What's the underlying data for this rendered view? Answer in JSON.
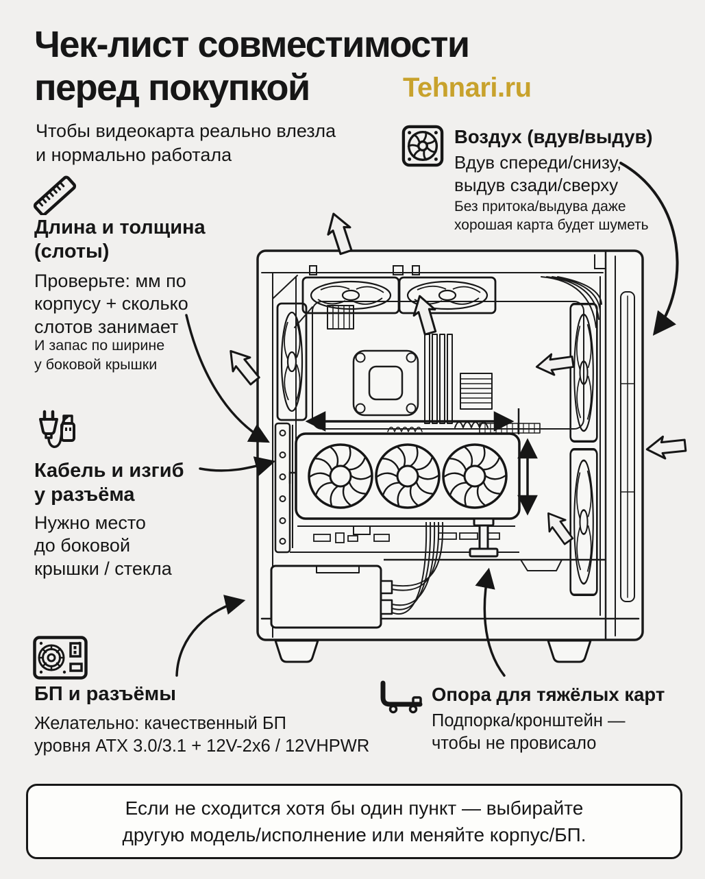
{
  "header": {
    "title": "Чек-лист совместимости\nперед покупкой",
    "brand": "Tehnari.ru",
    "subtitle": "Чтобы видеокарта реально влезла\nи нормально работала"
  },
  "sections": {
    "air": {
      "icon": "fan-icon",
      "heading": "Воздух (вдув/выдув)",
      "body": "Вдув спереди/снизу,\nвыдув сзади/сверху",
      "note": "Без притока/выдува даже\nхорошая карта будет шуметь"
    },
    "length": {
      "icon": "ruler-icon",
      "heading": "Длина и толщина\n(слоты)",
      "body": "Проверьте: мм по\nкорпусу + сколько\nслотов занимает",
      "note": "И запас по ширине\nу боковой крышки"
    },
    "cable": {
      "icon": "plug-cable-icon",
      "heading": "Кабель и изгиб\nу разъёма",
      "body": "Нужно место\nдо боковой\nкрышки / стекла"
    },
    "psu": {
      "icon": "psu-icon",
      "heading": "БП и разъёмы",
      "body": "Желательно: качественный БП\nуровня ATX 3.0/3.1 + 12V-2x6 / 12VHPWR"
    },
    "support": {
      "icon": "gpu-bracket-icon",
      "heading": "Опора для тяжёлых карт",
      "body": "Подпорка/кронштейн —\nчтобы не провисало"
    }
  },
  "footer": {
    "text": "Если не сходится хотя бы один пункт — выбирайте\nдругую модель/исполнение или меняйте корпус/БП."
  },
  "diagram": {
    "subject": "pc-case-cutaway-with-gpu",
    "elements": [
      "top-exhaust-fans",
      "rear-exhaust-fan",
      "front-intake-fans",
      "motherboard",
      "cpu-socket",
      "ram-slots",
      "gpu-three-fans",
      "gpu-length-arrow",
      "gpu-thickness-arrow",
      "io-bracket",
      "gpu-support-bracket",
      "psu-box",
      "power-cables",
      "airflow-arrows"
    ]
  },
  "colors": {
    "background": "#F1F0EE",
    "ink": "#161616",
    "accent": "#C8A22C",
    "panel": "#FDFDFB",
    "case_fill": "#F7F7F5"
  }
}
